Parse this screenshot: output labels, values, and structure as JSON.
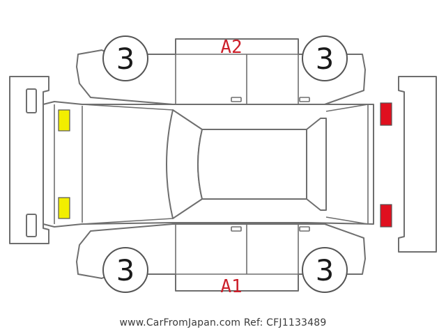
{
  "wheel_grades": {
    "front_left": "3",
    "front_right": "3",
    "rear_left": "3",
    "rear_right": "3"
  },
  "damage_codes": {
    "top_side": "A2",
    "bottom_side": "A1"
  },
  "marker_colors": {
    "headlight": "#f2ee00",
    "taillight": "#e0101f",
    "damage_text": "#cc1f2a"
  },
  "footer": {
    "credit": "www.CarFromJapan.com Ref: CFJ1133489"
  }
}
